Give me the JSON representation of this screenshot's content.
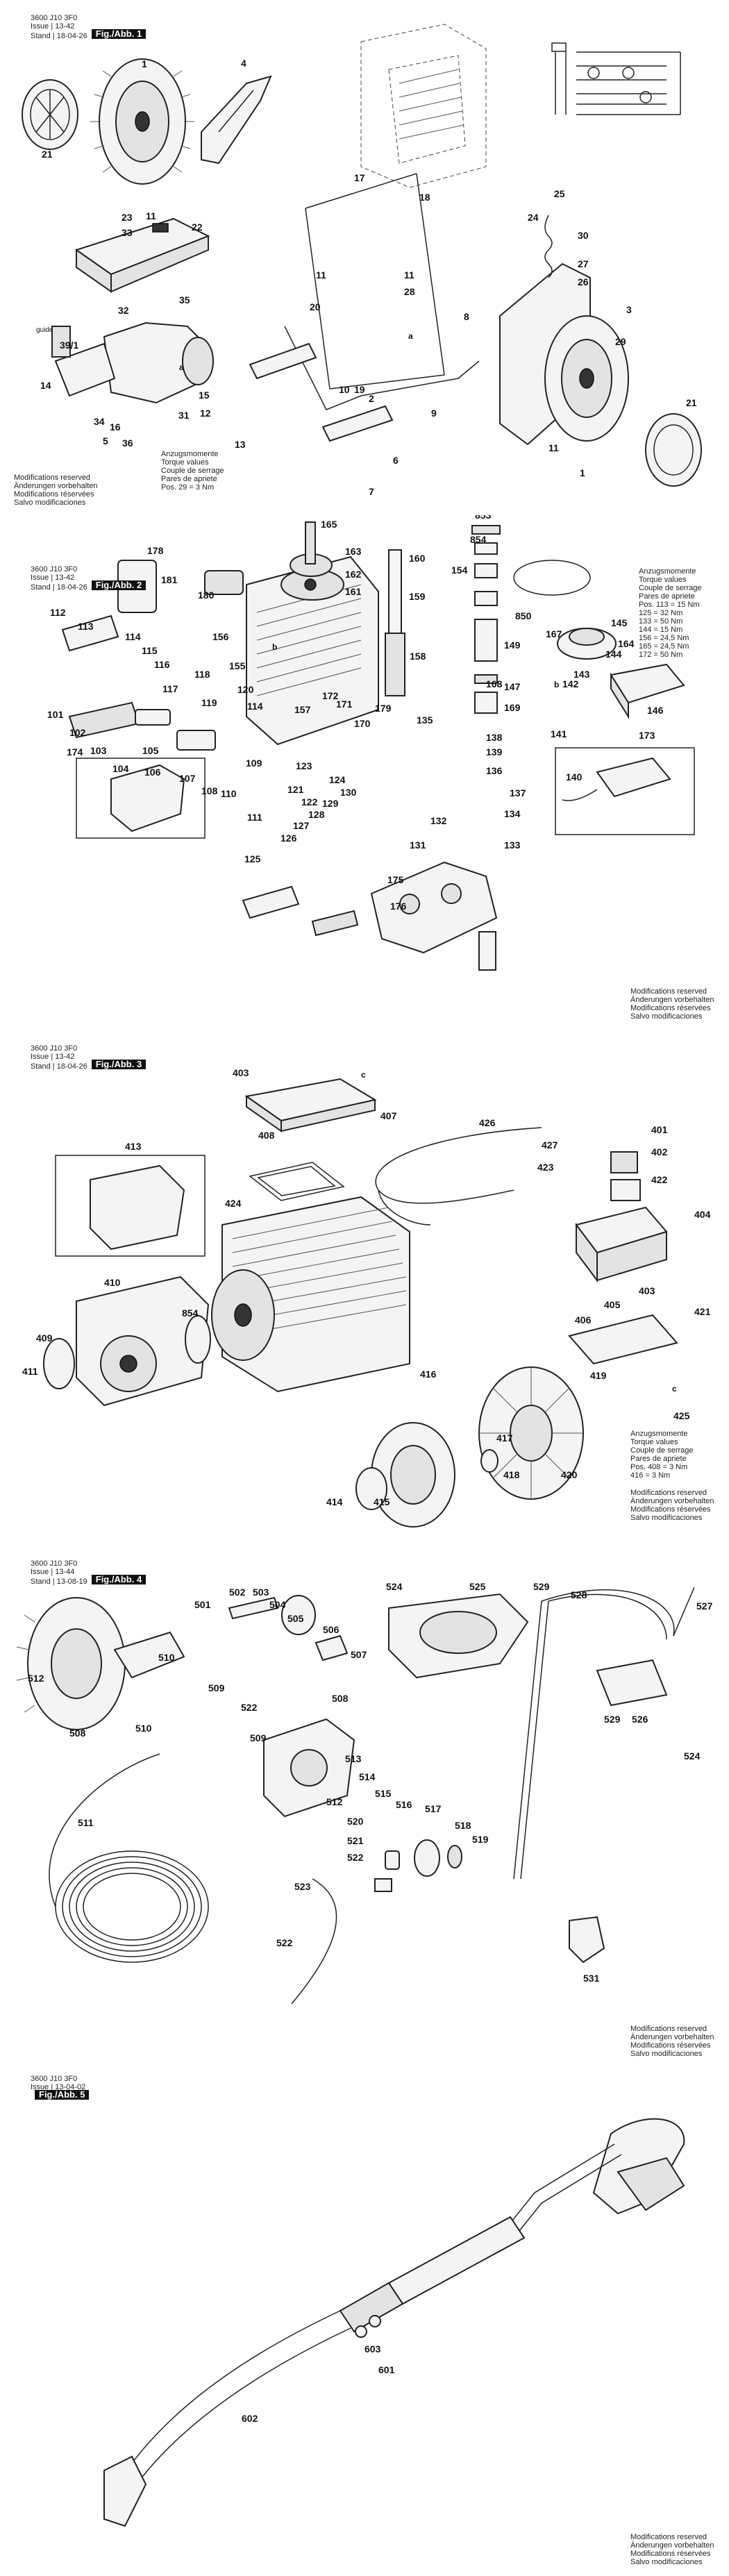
{
  "doc": {
    "id": "3600 J10 3F0"
  },
  "pages": [
    {
      "issue": "Issue | 13-42",
      "stand": "Stand | 18-04-26",
      "fig": "Fig./Abb. 1",
      "notes": {
        "torque": [
          "Anzugsmomente",
          "Torque values",
          "Couple de serrage",
          "Pares de apriete",
          "Pos. 29 = 3 Nm"
        ],
        "mods": [
          "Modifications reserved",
          "Änderungen vorbehalten",
          "Modifications réservées",
          "Salvo modificaciones"
        ]
      },
      "labels": [
        "1",
        "4",
        "21",
        "23",
        "11",
        "33",
        "22",
        "32",
        "35",
        "39/1",
        "14",
        "16",
        "34",
        "31",
        "36",
        "5",
        "15",
        "12",
        "13",
        "2",
        "7",
        "6",
        "9",
        "10",
        "19",
        "20",
        "28",
        "8",
        "11",
        "11",
        "18",
        "17",
        "24",
        "25",
        "30",
        "27",
        "26",
        "3",
        "29",
        "21",
        "11",
        "1",
        "guide",
        "a",
        "a"
      ]
    },
    {
      "issue": "Issue | 13-42",
      "stand": "Stand | 18-04-26",
      "fig": "Fig./Abb. 2",
      "notes": {
        "torque": [
          "Anzugsmomente",
          "Torque values",
          "Couple de serrage",
          "Pares de apriete",
          "Pos. 113 = 15  Nm",
          "125 = 32  Nm",
          "133 = 50  Nm",
          "144 = 15  Nm",
          "156 = 24,5 Nm",
          "165 = 24,5 Nm",
          "172 = 50  Nm"
        ],
        "mods": [
          "Modifications reserved",
          "Änderungen vorbehalten",
          "Modifications réservées",
          "Salvo modificaciones"
        ]
      },
      "labels": [
        "178",
        "181",
        "180",
        "163",
        "165",
        "162",
        "161",
        "159",
        "160",
        "853",
        "154",
        "850",
        "164",
        "149",
        "147",
        "169",
        "112",
        "113",
        "114",
        "115",
        "116",
        "117",
        "118",
        "119",
        "120",
        "156",
        "155",
        "114",
        "157",
        "179",
        "158",
        "101",
        "102",
        "103",
        "104",
        "105",
        "106",
        "107",
        "108",
        "109",
        "110",
        "111",
        "121",
        "122",
        "123",
        "124",
        "125",
        "126",
        "127",
        "128",
        "129",
        "130",
        "131",
        "132",
        "133",
        "134",
        "135",
        "136",
        "137",
        "138",
        "139",
        "140",
        "141",
        "142",
        "143",
        "144",
        "145",
        "146",
        "167",
        "168",
        "170",
        "171",
        "172",
        "173",
        "174",
        "175",
        "176",
        "854",
        "b",
        "b"
      ]
    },
    {
      "issue": "Issue | 13-42",
      "stand": "Stand | 18-04-26",
      "fig": "Fig./Abb. 3",
      "notes": {
        "torque": [
          "Anzugsmomente",
          "Torque values",
          "Couple de serrage",
          "Pares de apriete",
          "Pos. 408 = 3 Nm",
          "416 = 3 Nm"
        ],
        "mods": [
          "Modifications reserved",
          "Änderungen vorbehalten",
          "Modifications réservées",
          "Salvo modificaciones"
        ]
      },
      "labels": [
        "403",
        "c",
        "407",
        "408",
        "413",
        "426",
        "427",
        "401",
        "402",
        "423",
        "422",
        "404",
        "424",
        "403",
        "421",
        "405",
        "406",
        "410",
        "854",
        "409",
        "411",
        "416",
        "419",
        "417",
        "418",
        "420",
        "414",
        "415",
        "c",
        "425"
      ]
    },
    {
      "issue": "Issue | 13-44",
      "stand": "Stand | 13-08-19",
      "fig": "Fig./Abb. 4",
      "notes": {
        "mods": [
          "Modifications reserved",
          "Änderungen vorbehalten",
          "Modifications réservées",
          "Salvo modificaciones"
        ]
      },
      "labels": [
        "501",
        "502",
        "503",
        "504",
        "505",
        "506",
        "507",
        "510",
        "512",
        "509",
        "508",
        "510",
        "522",
        "509",
        "508",
        "513",
        "514",
        "515",
        "512",
        "516",
        "517",
        "518",
        "519",
        "520",
        "521",
        "522",
        "523",
        "511",
        "522",
        "524",
        "525",
        "529",
        "528",
        "527",
        "529",
        "526",
        "524",
        "531"
      ]
    },
    {
      "issue": "Issue | 13-04-02",
      "stand": "",
      "fig": "Fig./Abb. 5",
      "notes": {
        "mods": [
          "Modifications reserved",
          "Änderungen vorbehalten",
          "Modifications réservées",
          "Salvo modificaciones"
        ]
      },
      "labels": [
        "603",
        "601",
        "602"
      ]
    }
  ]
}
